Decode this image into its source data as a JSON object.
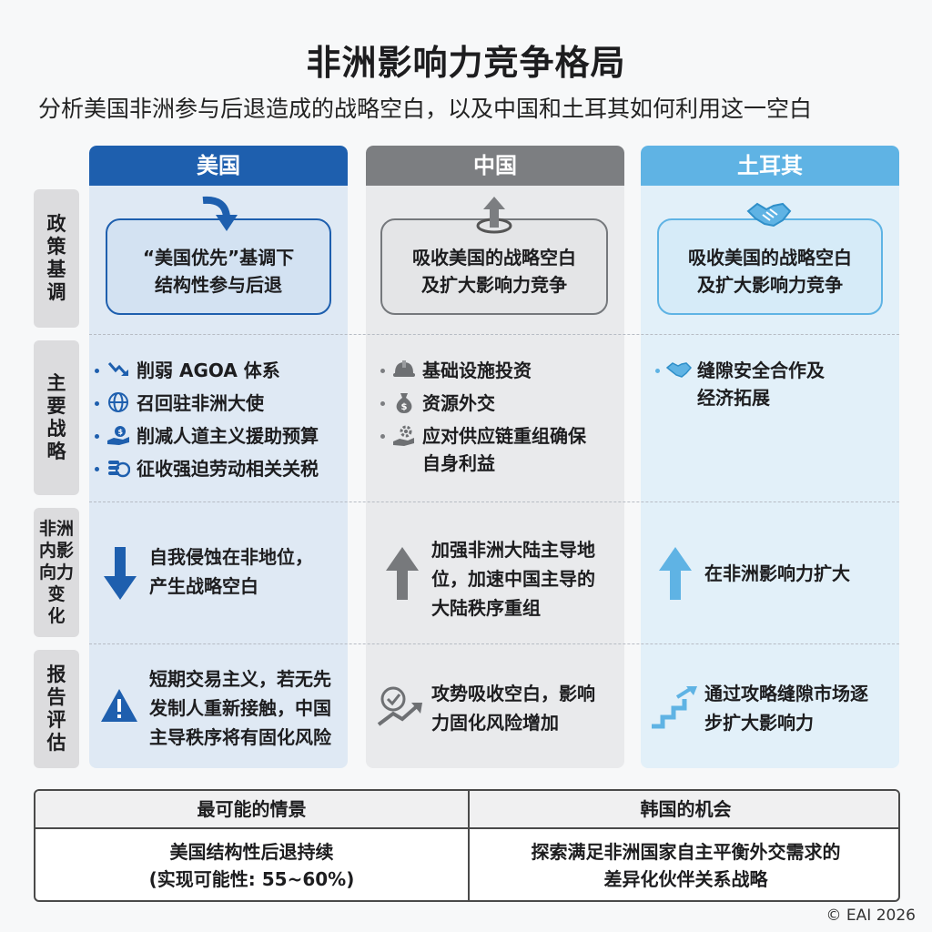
{
  "title": "非洲影响力竞争格局",
  "subtitle": "分析美国非洲参与后退造成的战略空白，以及中国和土耳其如何利用这一空白",
  "columns": {
    "us": "美国",
    "cn": "中国",
    "tr": "土耳其"
  },
  "row_labels": {
    "policy": [
      "政",
      "策",
      "基",
      "调"
    ],
    "strategy": [
      "主",
      "要",
      "战",
      "略"
    ],
    "change": [
      "非洲",
      "内影",
      "向力",
      "变",
      "化"
    ],
    "assessment": [
      "报",
      "告",
      "评",
      "估"
    ]
  },
  "policy": {
    "us": [
      "“美国优先”基调下",
      "结构性参与后退"
    ],
    "cn": [
      "吸收美国的战略空白",
      "及扩大影响力竞争"
    ],
    "tr": [
      "吸收美国的战略空白",
      "及扩大影响力竞争"
    ]
  },
  "policy_icons": {
    "us": "curved-down-arrow-icon",
    "cn": "circular-up-arrow-icon",
    "tr": "handshake-icon"
  },
  "strategy": {
    "us": [
      {
        "icon": "declining-chart-icon",
        "text": "削弱 AGOA 体系"
      },
      {
        "icon": "globe-icon",
        "text": "召回驻非洲大使"
      },
      {
        "icon": "aid-hand-icon",
        "text": "削减人道主义援助预算"
      },
      {
        "icon": "coins-icon",
        "text": "征收强迫劳动相关关税"
      }
    ],
    "cn": [
      {
        "icon": "hard-hat-icon",
        "text": "基础设施投资"
      },
      {
        "icon": "money-bag-icon",
        "text": "资源外交"
      },
      {
        "icon": "gear-hand-icon",
        "text": "应对供应链重组确保",
        "text2": "自身利益"
      }
    ],
    "tr": [
      {
        "icon": "handshake-icon",
        "text": "缝隙安全合作及",
        "text2": "经济拓展"
      }
    ]
  },
  "change": {
    "us": [
      "自我侵蚀在非地位，",
      "产生战略空白"
    ],
    "cn": [
      "加强非洲大陆主导地",
      "位，加速中国主导的",
      "大陆秩序重组"
    ],
    "tr": [
      "在非洲影响力扩大"
    ]
  },
  "assessment": {
    "us": [
      "短期交易主义，若无先",
      "发制人重新接触，中国",
      "主导秩序将有固化风险"
    ],
    "cn": [
      "攻势吸收空白，影响",
      "力固化风险增加"
    ],
    "tr": [
      "通过攻略缝隙市场逐",
      "步扩大影响力"
    ]
  },
  "bottom": {
    "left_header": "最可能的情景",
    "right_header": "韩国的机会",
    "left_body": [
      "美国结构性后退持续",
      "(实现可能性: 55~60%)"
    ],
    "right_body": [
      "探索满足非洲国家自主平衡外交需求的",
      "差异化伙伴关系战略"
    ]
  },
  "copyright": "© EAI 2026",
  "colors": {
    "us_accent": "#1e5fae",
    "cn_accent": "#7c7e81",
    "tr_accent": "#5fb3e4"
  }
}
